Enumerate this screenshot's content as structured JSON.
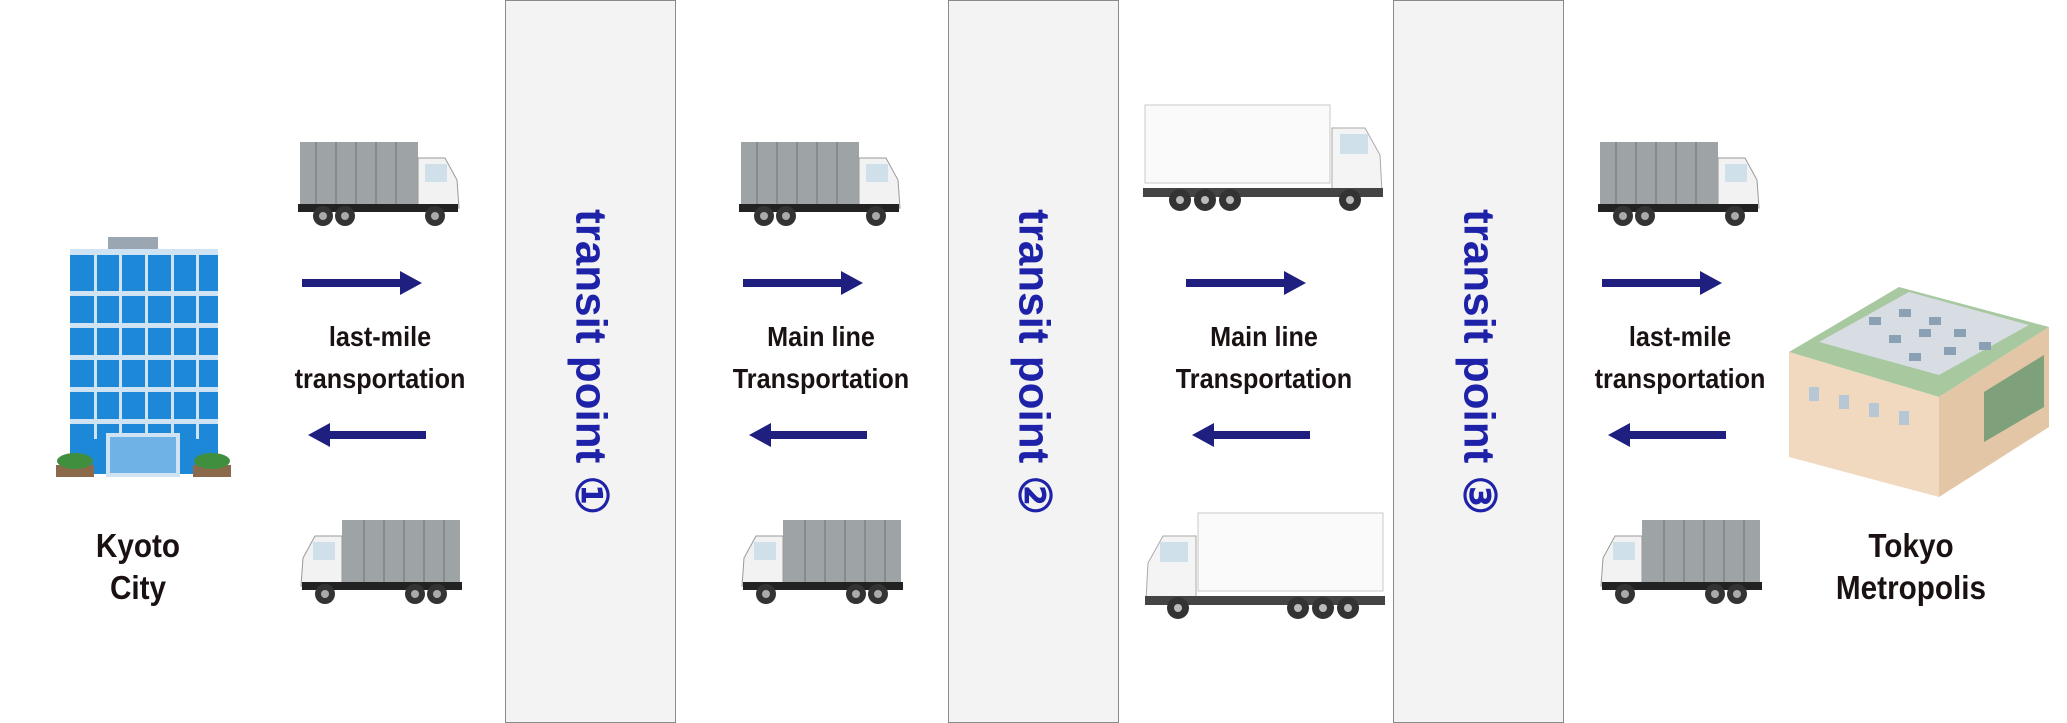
{
  "origin": {
    "line1": "Kyoto",
    "line2": "City"
  },
  "destination": {
    "line1": "Tokyo",
    "line2": "Metropolis"
  },
  "transit_points": [
    {
      "label": "transit point ①"
    },
    {
      "label": "transit point ②"
    },
    {
      "label": "transit point ③"
    }
  ],
  "segments": [
    {
      "line1": "last-mile",
      "line2": "transportation"
    },
    {
      "line1": "Main line",
      "line2": "Transportation"
    },
    {
      "line1": "Main line",
      "line2": "Transportation"
    },
    {
      "line1": "last-mile",
      "line2": "transportation"
    }
  ],
  "colors": {
    "arrow": "#1f1f80",
    "transit_text": "#1e22a8",
    "box_fill": "#f3f3f3"
  }
}
